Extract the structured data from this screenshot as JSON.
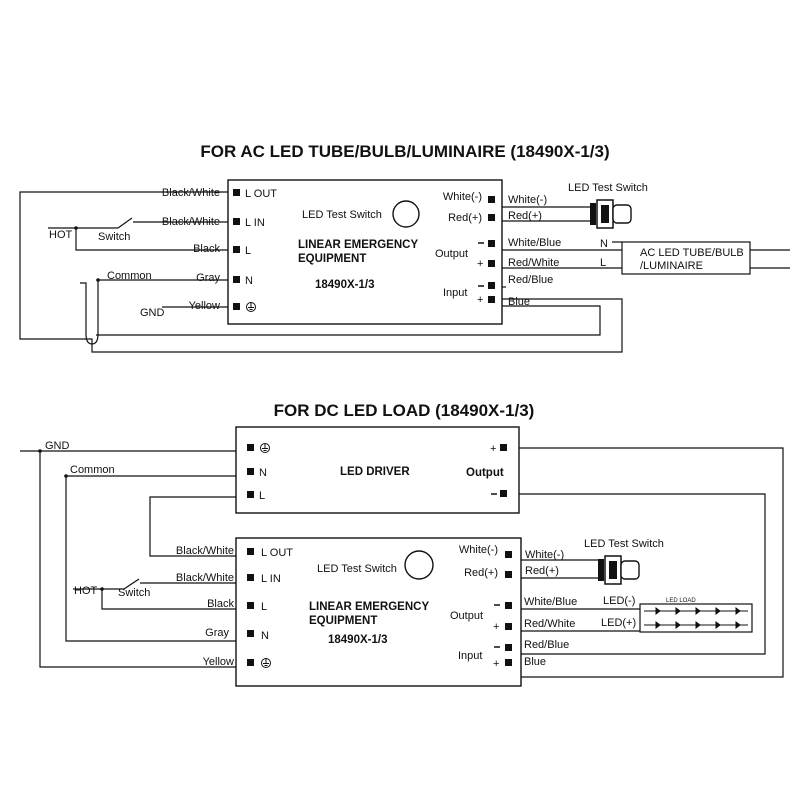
{
  "ac": {
    "title": "FOR AC LED TUBE/BULB/LUMINAIRE (18490X-1/3)",
    "unit": {
      "name": "LINEAR EMERGENCY",
      "name2": "EQUIPMENT",
      "model": "18490X-1/3"
    },
    "test_switch_inner": "LED Test Switch",
    "left_terminals": [
      "L OUT",
      "L IN",
      "L",
      "N"
    ],
    "left_wires": [
      "Black/White",
      "Black/White",
      "Black",
      "Gray",
      "Yellow"
    ],
    "right_inner": {
      "white_minus": "White(-)",
      "red_plus": "Red(+)",
      "output": "Output",
      "input": "Input"
    },
    "right_wires": [
      "White(-)",
      "Red(+)",
      "White/Blue",
      "Red/White",
      "Red/Blue",
      "Blue"
    ],
    "hot": "HOT",
    "switch": "Switch",
    "common": "Common",
    "gnd": "GND",
    "test_switch_outer": "LED Test Switch",
    "load": {
      "line1": "AC LED TUBE/BULB",
      "line2": "/LUMINAIRE",
      "n": "N",
      "l": "L"
    }
  },
  "dc": {
    "title": "FOR DC LED LOAD (18490X-1/3)",
    "driver": {
      "name": "LED DRIVER",
      "output": "Output",
      "terminals": [
        "N",
        "L"
      ]
    },
    "gnd": "GND",
    "common": "Common",
    "unit": {
      "name": "LINEAR EMERGENCY",
      "name2": "EQUIPMENT",
      "model": "18490X-1/3"
    },
    "test_switch_inner": "LED Test Switch",
    "left_terminals": [
      "L OUT",
      "L IN",
      "L",
      "N"
    ],
    "left_wires": [
      "Black/White",
      "Black/White",
      "Black",
      "Gray",
      "Yellow"
    ],
    "right_inner": {
      "white_minus": "White(-)",
      "red_plus": "Red(+)",
      "output": "Output",
      "input": "Input"
    },
    "right_wires": [
      "White(-)",
      "Red(+)",
      "White/Blue",
      "Red/White",
      "Red/Blue",
      "Blue"
    ],
    "hot": "HOT",
    "switch": "Switch",
    "test_switch_outer": "LED Test Switch",
    "led_minus": "LED(-)",
    "led_plus": "LED(+)",
    "led_load": "LED LOAD"
  }
}
